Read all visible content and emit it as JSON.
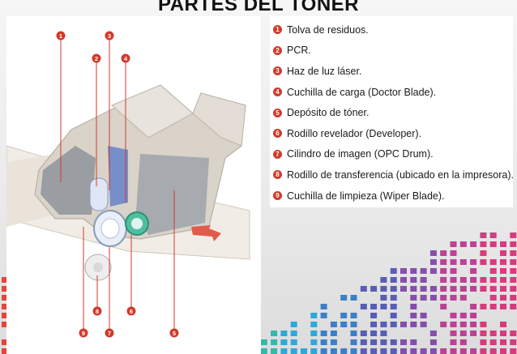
{
  "title": "PARTES DEL TONER",
  "legend": [
    {
      "num": "1",
      "text": "Tolva de residuos."
    },
    {
      "num": "2",
      "text": "PCR."
    },
    {
      "num": "3",
      "text": "Haz de luz láser."
    },
    {
      "num": "4",
      "text": "Cuchilla de carga (Doctor Blade)."
    },
    {
      "num": "5",
      "text": "Depósito de tóner."
    },
    {
      "num": "6",
      "text": "Rodillo revelador (Developer)."
    },
    {
      "num": "7",
      "text": "Cilindro de imagen (OPC Drum)."
    },
    {
      "num": "8",
      "text": "Rodillo de transferencia (ubicado en la impresora)."
    },
    {
      "num": "9",
      "text": "Cuchilla de limpieza (Wiper Blade)."
    }
  ],
  "callouts": [
    "1",
    "3",
    "2",
    "4",
    "8",
    "6",
    "9",
    "7",
    "5"
  ],
  "colors": {
    "marker": "#d23a2a",
    "title": "#111111",
    "toner_gray": "#8a9099",
    "housing": "#d6d0c8",
    "drum_blue": "#5c7ec8",
    "developer_green": "#4fbfa0",
    "arrow": "#e25b4a"
  }
}
